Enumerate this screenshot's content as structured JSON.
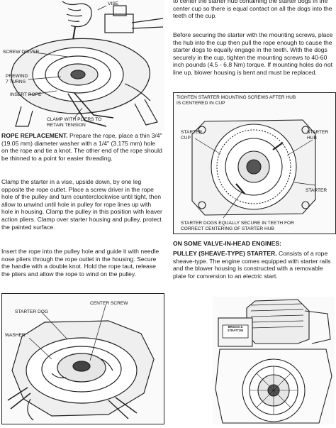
{
  "fig_top_left": {
    "labels": {
      "vise": "VISE",
      "screw_driver": "SCREW DRIVER",
      "prewind": "PREWIND\n7 TURNS",
      "insert_rope": "INSERT ROPE",
      "clamp": "CLAMP WITH PLIERS TO\nRETAIN TENSION"
    }
  },
  "left_col": {
    "rope_heading": "ROPE REPLACEMENT.",
    "rope_p1_rest": " Prepare the rope, place a thin 3/4\" (19.05 mm) diameter washer with a 1/4\" (3.175 mm) hole on the rope and tie a knot. The other end of the rope should be thinned to a point for easier threading.",
    "rope_p2": "Clamp the starter in a vise, upside down, by one leg opposite the rope outlet. Place a screw driver in the rope hole of the pulley and turn counterclockwise until tight, then allow to unwind until hole in pulley for rope lines up with hole in housing. Clamp the pulley in this position with leaver action pliers. Clamp over starter housing and pulley, protect the painted surface.",
    "rope_p3": "Insert the rope into the pulley hole and guide it with needle nose pliers through the rope outlet in the housing. Secure the handle with a double knot. Hold the rope taut, release the pliers and allow the rope to wind on the pulley."
  },
  "fig_bottom_left": {
    "labels": {
      "starter_dog": "STARTER DOG",
      "center_screw": "CENTER SCREW",
      "washer": "WASHER"
    }
  },
  "right_col": {
    "top_partial": "to center the starter hub containing the starter dogs in the center cup so there is equal contact on all the dogs into the teeth of the cup.",
    "p_secure": "Before securing the starter with the mounting screws, place the hub into the cup then pull the rope enough to cause the starter dogs to equally engage in the teeth. With the dogs securely in the cup, tighten the mounting screws to 40-60 inch pounds (4.5 - 6.8 Nm) torque. If mounting holes do not line up, blower housing is bent and must be replaced.",
    "valve_heading": "ON SOME VALVE-IN-HEAD ENGINES:",
    "pulley_heading": "PULLEY (SHEAVE-TYPE) STARTER.",
    "pulley_rest": " Consists of a rope sheave-type. The engine comes equipped with starter rails and the blower housing is constructed with a removable plate for conversion to an electric start."
  },
  "fig_right_mid": {
    "caption_top": "TIGHTEN STARTER MOUNTING SCREWS AFTER HUB\nIS CENTERED IN CUP",
    "labels": {
      "starter_cup": "STARTER\nCUP",
      "starter_hub": "STARTER\nHUB",
      "starter": "STARTER"
    },
    "caption_bottom": "STARTER DOGS EQUALLY SECURE IN TEETH FOR\nCORRECT CENTERING OF STARTER HUB"
  },
  "fig_engine": {
    "brand_plate": "BRIGGS & STRATTON"
  }
}
